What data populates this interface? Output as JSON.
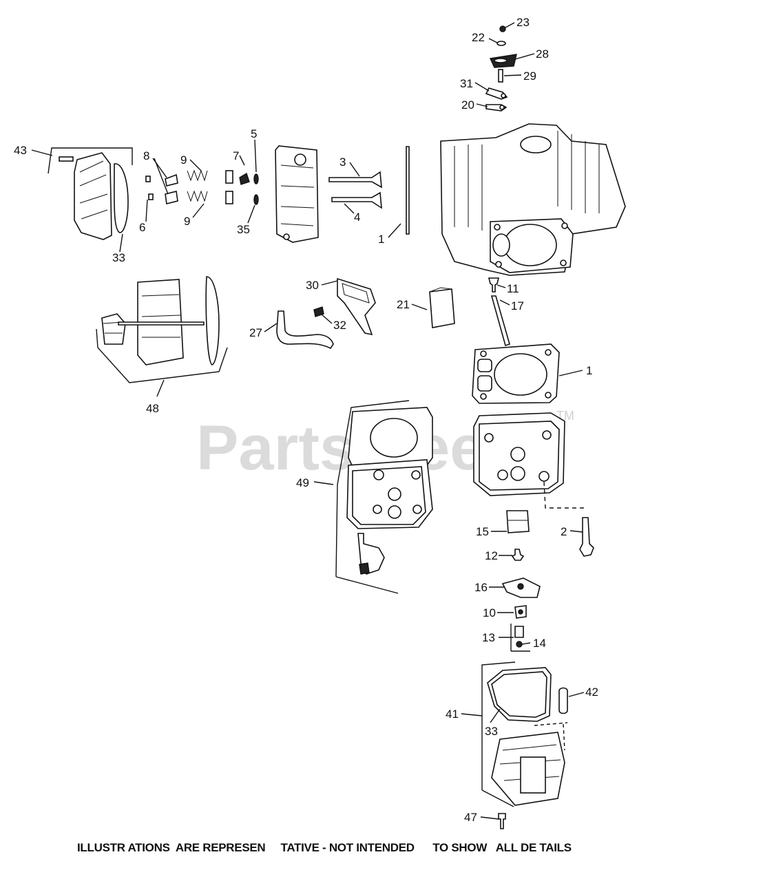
{
  "watermark": {
    "text": "PartsTree",
    "trademark": "TM"
  },
  "callouts": [
    {
      "id": "c23a",
      "label": "23"
    },
    {
      "id": "c22",
      "label": "22"
    },
    {
      "id": "c28",
      "label": "28"
    },
    {
      "id": "c29",
      "label": "29"
    },
    {
      "id": "c31",
      "label": "31"
    },
    {
      "id": "c20",
      "label": "20"
    },
    {
      "id": "c43",
      "label": "43"
    },
    {
      "id": "c8",
      "label": "8"
    },
    {
      "id": "c9a",
      "label": "9"
    },
    {
      "id": "c7",
      "label": "7"
    },
    {
      "id": "c5",
      "label": "5"
    },
    {
      "id": "c3",
      "label": "3"
    },
    {
      "id": "c6",
      "label": "6"
    },
    {
      "id": "c9b",
      "label": "9"
    },
    {
      "id": "c35",
      "label": "35"
    },
    {
      "id": "c4",
      "label": "4"
    },
    {
      "id": "c1a",
      "label": "1"
    },
    {
      "id": "c33a",
      "label": "33"
    },
    {
      "id": "c30",
      "label": "30"
    },
    {
      "id": "c21",
      "label": "21"
    },
    {
      "id": "c11",
      "label": "11"
    },
    {
      "id": "c17",
      "label": "17"
    },
    {
      "id": "c32",
      "label": "32"
    },
    {
      "id": "c27",
      "label": "27"
    },
    {
      "id": "c1b",
      "label": "1"
    },
    {
      "id": "c48",
      "label": "48"
    },
    {
      "id": "c49",
      "label": "49"
    },
    {
      "id": "c15",
      "label": "15"
    },
    {
      "id": "c2",
      "label": "2"
    },
    {
      "id": "c12",
      "label": "12"
    },
    {
      "id": "c16",
      "label": "16"
    },
    {
      "id": "c10",
      "label": "10"
    },
    {
      "id": "c13",
      "label": "13"
    },
    {
      "id": "c14",
      "label": "14"
    },
    {
      "id": "c42",
      "label": "42"
    },
    {
      "id": "c41",
      "label": "41"
    },
    {
      "id": "c33b",
      "label": "33"
    },
    {
      "id": "c47",
      "label": "47"
    }
  ],
  "footer": {
    "text": "ILLUSTR ATIONS  ARE REPRESEN     TATIVE - NOT INTENDED      TO SHOW   ALL DE TAILS"
  }
}
